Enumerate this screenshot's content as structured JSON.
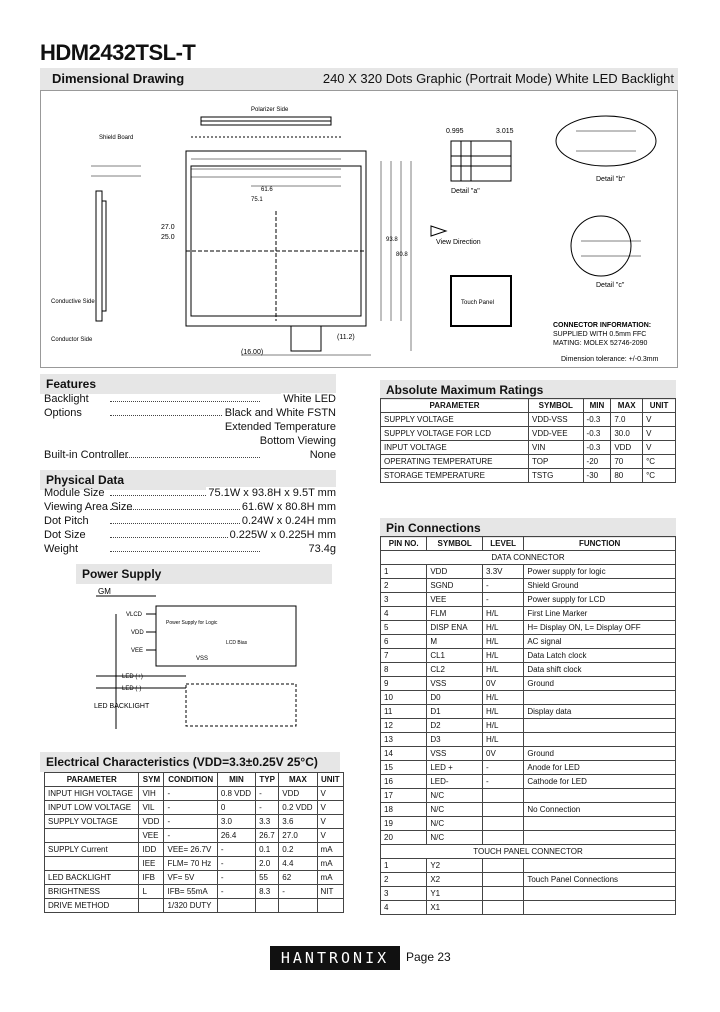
{
  "title": "HDM2432TSL-T",
  "header": {
    "left": "Dimensional Drawing",
    "right": "240 X 320 Dots Graphic (Portrait Mode) White LED Backlight"
  },
  "drawing": {
    "labels": [
      "Polarizer Side",
      "Shield Board",
      "Conductive Side",
      "Conductor Side",
      "Detail \"a\"",
      "Detail \"b\"",
      "Detail \"c\"",
      "View Direction",
      "Touch Panel"
    ],
    "connector_info": [
      "CONNECTOR INFORMATION:",
      "SUPPLIED WITH 0.5mm FFC",
      "MATING: MOLEX 52746-2090"
    ],
    "tolerance": "Dimension tolerance: +/-0.3mm",
    "dims": [
      "75.1",
      "93.8",
      "61.6",
      "80.8",
      "(16.00)",
      "(11.2)",
      "0.995",
      "3.015",
      "27.0",
      "25.0"
    ]
  },
  "features": {
    "heading": "Features",
    "rows": [
      {
        "k": "Backlight",
        "v": "White LED"
      },
      {
        "k": "Options",
        "v": "Black and White FSTN"
      },
      {
        "k": "",
        "v": "Extended Temperature"
      },
      {
        "k": "",
        "v": "Bottom Viewing"
      },
      {
        "k": "Built-in Controller",
        "v": "None"
      }
    ]
  },
  "physical": {
    "heading": "Physical Data",
    "rows": [
      {
        "k": "Module Size",
        "v": "75.1W x 93.8H x 9.5T mm"
      },
      {
        "k": "Viewing Area Size",
        "v": "61.6W x 80.8H mm"
      },
      {
        "k": "Dot Pitch",
        "v": "0.24W x 0.24H mm"
      },
      {
        "k": "Dot Size",
        "v": "0.225W x 0.225H mm"
      },
      {
        "k": "Weight",
        "v": "73.4g"
      }
    ]
  },
  "power_supply": {
    "heading": "Power Supply",
    "labels": [
      "GM",
      "VLCD",
      "VDD",
      "VEE",
      "LED (+)",
      "LED (-)",
      "LED BACKLIGHT",
      "VSS",
      "Power Supply for Logic",
      "LCD Bias"
    ]
  },
  "electrical": {
    "heading": "Electrical Characteristics (VDD=3.3±0.25V 25°C)",
    "headers": [
      "PARAMETER",
      "SYM",
      "CONDITION",
      "MIN",
      "TYP",
      "MAX",
      "UNIT"
    ],
    "rows": [
      [
        "INPUT HIGH VOLTAGE",
        "VIH",
        "-",
        "0.8 VDD",
        "-",
        "VDD",
        "V"
      ],
      [
        "INPUT LOW VOLTAGE",
        "VIL",
        "-",
        "0",
        "-",
        "0.2 VDD",
        "V"
      ],
      [
        "SUPPLY VOLTAGE",
        "VDD",
        "-",
        "3.0",
        "3.3",
        "3.6",
        "V"
      ],
      [
        "",
        "VEE",
        "-",
        "26.4",
        "26.7",
        "27.0",
        "V"
      ],
      [
        "SUPPLY Current",
        "IDD",
        "VEE= 26.7V",
        "-",
        "0.1",
        "0.2",
        "mA"
      ],
      [
        "",
        "IEE",
        "FLM= 70 Hz",
        "-",
        "2.0",
        "4.4",
        "mA"
      ],
      [
        "LED BACKLIGHT",
        "IFB",
        "VF= 5V",
        "-",
        "55",
        "62",
        "mA"
      ],
      [
        "BRIGHTNESS",
        "L",
        "IFB= 55mA",
        "-",
        "8.3",
        "-",
        "NIT"
      ],
      [
        "DRIVE METHOD",
        "",
        "1/320 DUTY",
        "",
        "",
        "",
        ""
      ]
    ]
  },
  "abs_max": {
    "heading": "Absolute Maximum Ratings",
    "headers": [
      "PARAMETER",
      "SYMBOL",
      "MIN",
      "MAX",
      "UNIT"
    ],
    "rows": [
      [
        "SUPPLY VOLTAGE",
        "VDD-VSS",
        "-0.3",
        "7.0",
        "V"
      ],
      [
        "SUPPLY VOLTAGE FOR LCD",
        "VDD-VEE",
        "-0.3",
        "30.0",
        "V"
      ],
      [
        "INPUT VOLTAGE",
        "VIN",
        "-0.3",
        "VDD",
        "V"
      ],
      [
        "OPERATING TEMPERATURE",
        "TOP",
        "-20",
        "70",
        "°C"
      ],
      [
        "STORAGE TEMPERATURE",
        "TSTG",
        "-30",
        "80",
        "°C"
      ]
    ]
  },
  "pins": {
    "heading": "Pin Connections",
    "headers": [
      "PIN NO.",
      "SYMBOL",
      "LEVEL",
      "FUNCTION"
    ],
    "section1": "DATA CONNECTOR",
    "rows": [
      [
        "1",
        "VDD",
        "3.3V",
        "Power supply for logic"
      ],
      [
        "2",
        "SGND",
        "-",
        "Shield Ground"
      ],
      [
        "3",
        "VEE",
        "-",
        "Power supply for LCD"
      ],
      [
        "4",
        "FLM",
        "H/L",
        "First Line Marker"
      ],
      [
        "5",
        "DISP ENA",
        "H/L",
        "H= Display ON, L= Display OFF"
      ],
      [
        "6",
        "M",
        "H/L",
        "AC signal"
      ],
      [
        "7",
        "CL1",
        "H/L",
        "Data Latch clock"
      ],
      [
        "8",
        "CL2",
        "H/L",
        "Data shift clock"
      ],
      [
        "9",
        "VSS",
        "0V",
        "Ground"
      ],
      [
        "10",
        "D0",
        "H/L",
        ""
      ],
      [
        "11",
        "D1",
        "H/L",
        "Display data"
      ],
      [
        "12",
        "D2",
        "H/L",
        ""
      ],
      [
        "13",
        "D3",
        "H/L",
        ""
      ],
      [
        "14",
        "VSS",
        "0V",
        "Ground"
      ],
      [
        "15",
        "LED +",
        "-",
        "Anode for LED"
      ],
      [
        "16",
        "LED-",
        "-",
        "Cathode for LED"
      ],
      [
        "17",
        "N/C",
        "",
        ""
      ],
      [
        "18",
        "N/C",
        "",
        "No Connection"
      ],
      [
        "19",
        "N/C",
        "",
        ""
      ],
      [
        "20",
        "N/C",
        "",
        ""
      ]
    ],
    "section2": "TOUCH PANEL CONNECTOR",
    "touch_rows": [
      [
        "1",
        "Y2",
        "",
        ""
      ],
      [
        "2",
        "X2",
        "",
        "Touch Panel Connections"
      ],
      [
        "3",
        "Y1",
        "",
        ""
      ],
      [
        "4",
        "X1",
        "",
        ""
      ]
    ]
  },
  "footer": {
    "logo": "HANTRONIX",
    "page": "Page 23"
  }
}
